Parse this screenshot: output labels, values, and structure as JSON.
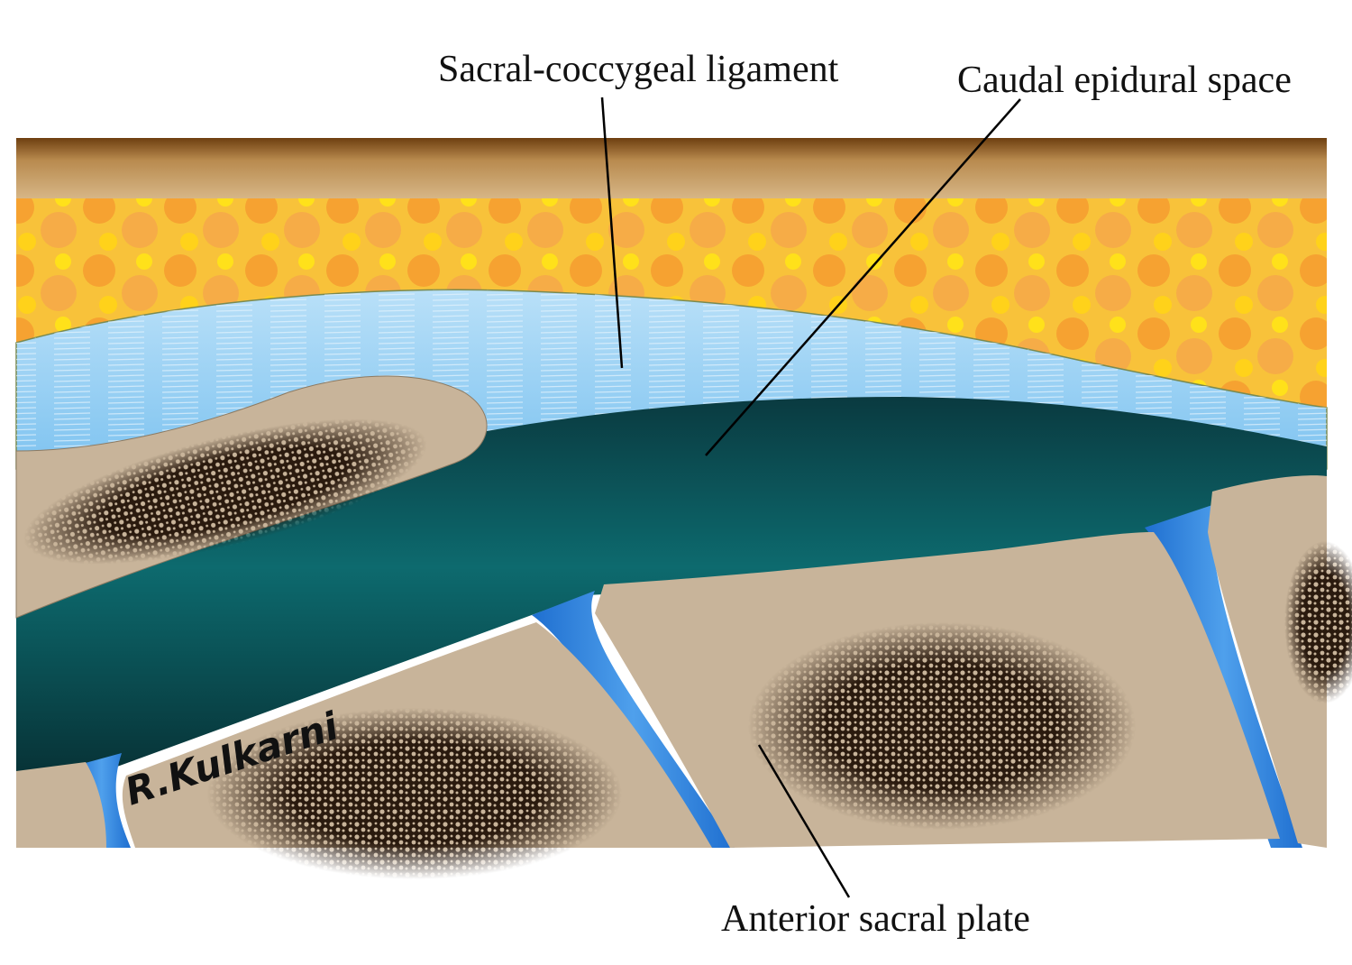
{
  "labels": {
    "ligament": "Sacral-coccygeal ligament",
    "epidural": "Caudal epidural space",
    "anterior_plate": "Anterior sacral plate"
  },
  "signature": "R.Kulkarni",
  "colors": {
    "skin": "#8a5a22",
    "fat": "#f7b13a",
    "ligament": "#a6d6f5",
    "epidural": "#0b5f63",
    "bone": "#c8b49a",
    "disc": "#2f7fd8"
  }
}
